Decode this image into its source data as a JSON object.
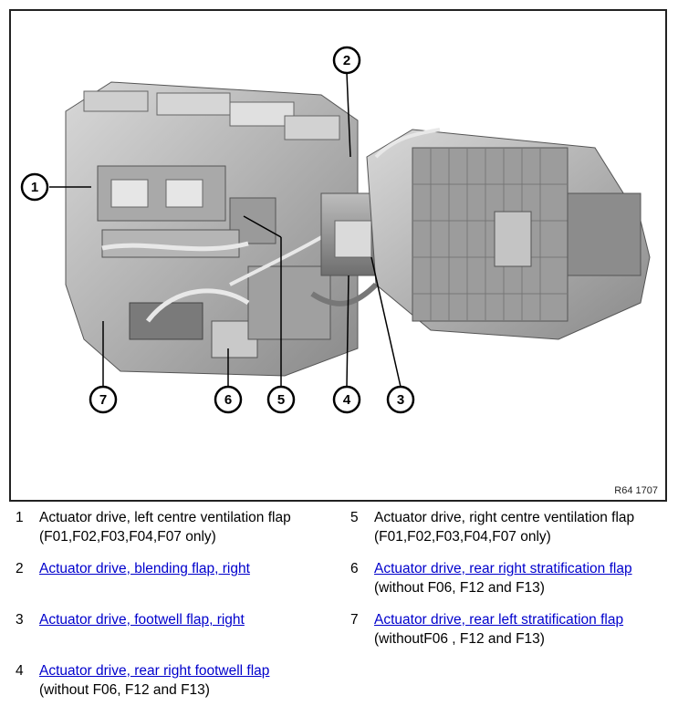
{
  "figure": {
    "reference": "R64 1707",
    "callouts": [
      "1",
      "2",
      "3",
      "4",
      "5",
      "6",
      "7"
    ]
  },
  "legend": [
    {
      "num": "1",
      "link": "",
      "text": "Actuator drive, left centre ventilation flap (F01,F02,F03,F04,F07 only)"
    },
    {
      "num": "2",
      "link": "Actuator drive, blending flap, right",
      "text": ""
    },
    {
      "num": "3",
      "link": "Actuator drive, footwell flap, right",
      "text": ""
    },
    {
      "num": "4",
      "link": "Actuator drive, rear right footwell flap",
      "text": "(without F06, F12 and F13)"
    },
    {
      "num": "5",
      "link": "",
      "text": "Actuator drive, right centre ventilation flap (F01,F02,F03,F04,F07 only)"
    },
    {
      "num": "6",
      "link": "Actuator drive, rear right stratification flap",
      "text": " (without F06, F12 and F13)"
    },
    {
      "num": "7",
      "link": "Actuator drive, rear left stratification flap",
      "text": "(withoutF06 , F12 and F13)"
    }
  ]
}
